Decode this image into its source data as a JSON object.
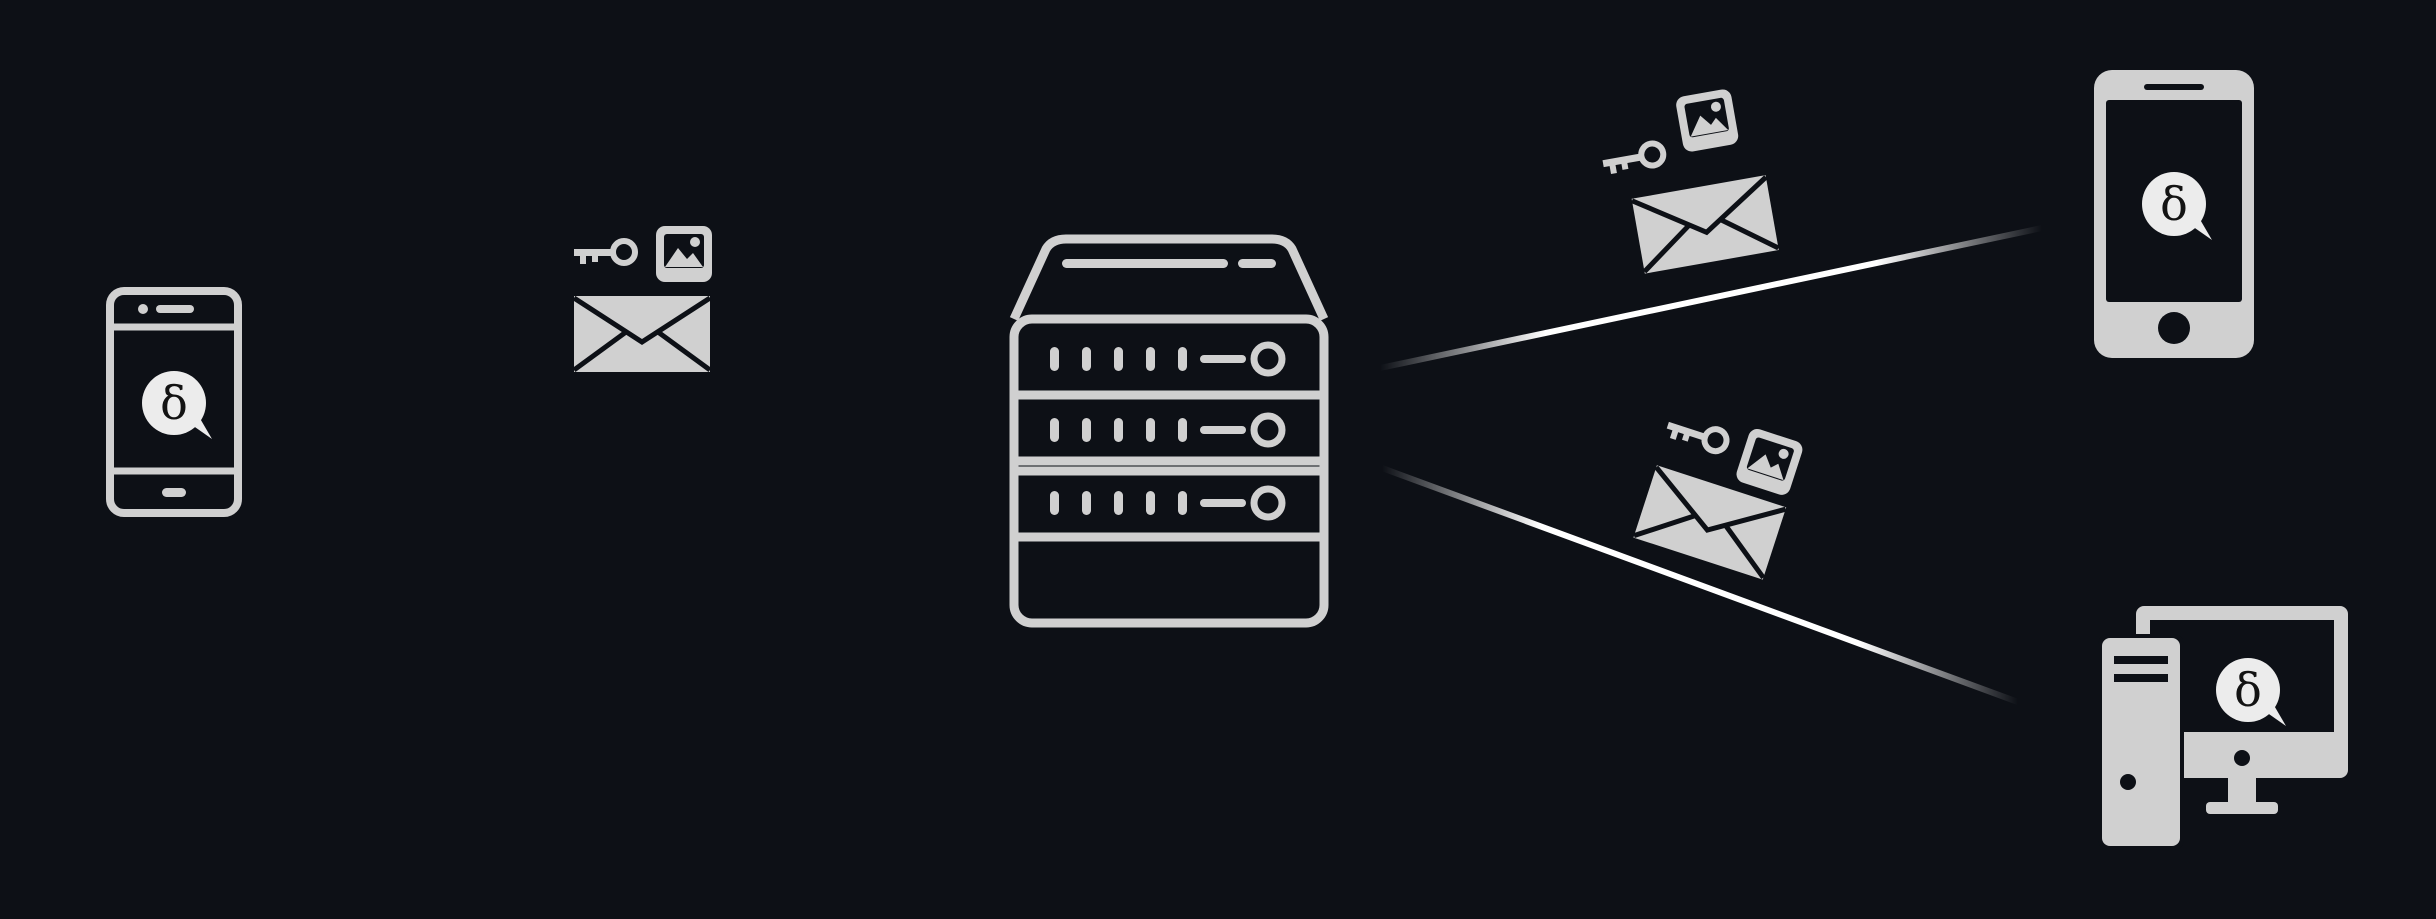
{
  "colors": {
    "background": "#0d1016",
    "icon": "#d0d0d0",
    "line": "#ffffff",
    "badge_glyph": "#131313"
  },
  "app_badge": {
    "glyph": "δ"
  },
  "nodes": [
    {
      "id": "sender",
      "icon": "smartphone-icon"
    },
    {
      "id": "server",
      "icon": "server-rack-icon"
    },
    {
      "id": "recipient-phone",
      "icon": "smartphone-icon"
    },
    {
      "id": "recipient-desktop",
      "icon": "desktop-computer-icon"
    }
  ],
  "message_packets": [
    {
      "from": "sender",
      "to": "server",
      "icons": [
        "key-icon",
        "image-icon",
        "envelope-icon"
      ]
    },
    {
      "from": "server",
      "to": "recipient-phone",
      "icons": [
        "key-icon",
        "image-icon",
        "envelope-icon"
      ]
    },
    {
      "from": "server",
      "to": "recipient-desktop",
      "icons": [
        "key-icon",
        "image-icon",
        "envelope-icon"
      ]
    }
  ]
}
